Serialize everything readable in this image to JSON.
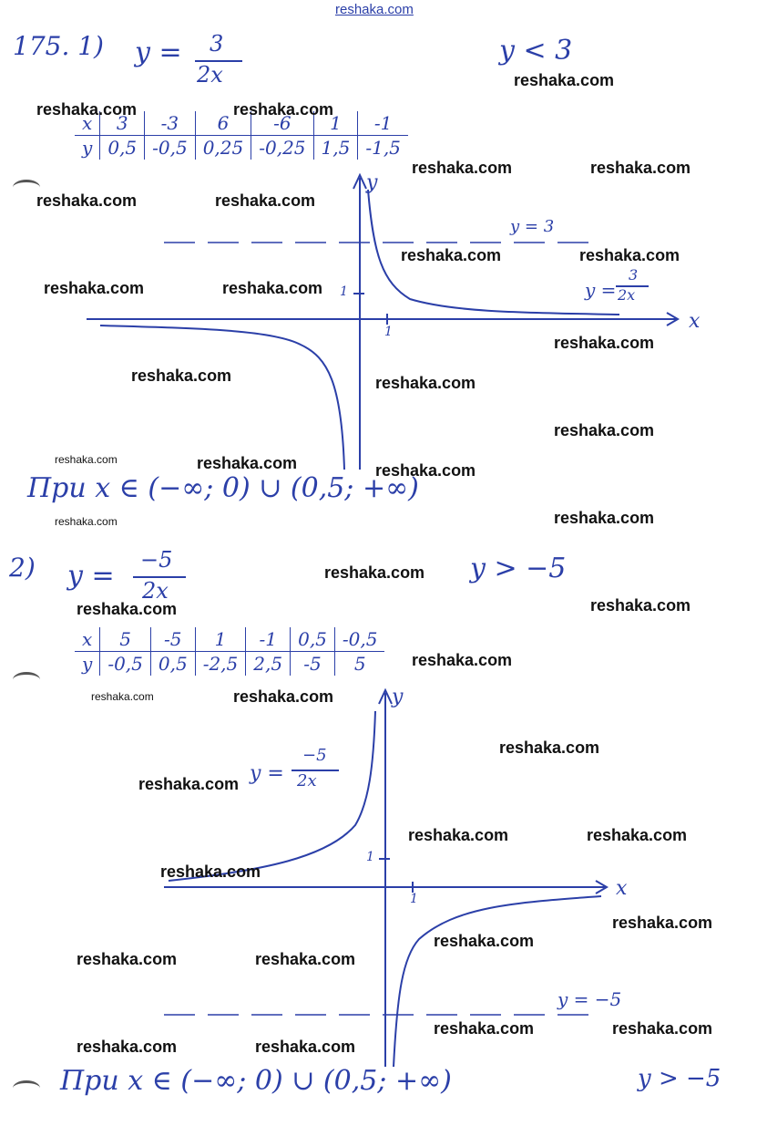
{
  "header_link": "reshaka.com",
  "watermark": "reshaka.com",
  "problem1": {
    "number": "175. 1)",
    "equation_lhs": "y =",
    "equation_num": "3",
    "equation_den": "2x",
    "condition": "y < 3",
    "table": {
      "x": [
        "x",
        "3",
        "-3",
        "6",
        "-6",
        "1",
        "-1"
      ],
      "y": [
        "y",
        "0,5",
        "-0,5",
        "0,25",
        "-0,25",
        "1,5",
        "-1,5"
      ]
    },
    "graph": {
      "axis_x": "x",
      "axis_y": "y",
      "tick_1": "1",
      "asymptote_label": "y = 3",
      "curve_label_lhs": "y =",
      "curve_label_num": "3",
      "curve_label_den": "2x"
    },
    "answer": "При   x ∈ (−∞; 0) ∪ (0,5; +∞)"
  },
  "problem2": {
    "number": "2)",
    "equation_lhs": "y =",
    "equation_num": "−5",
    "equation_den": "2x",
    "condition": "y > −5",
    "table": {
      "x": [
        "x",
        "5",
        "-5",
        "1",
        "-1",
        "0,5",
        "-0,5"
      ],
      "y": [
        "y",
        "-0,5",
        "0,5",
        "-2,5",
        "2,5",
        "-5",
        "5"
      ]
    },
    "graph": {
      "axis_x": "x",
      "axis_y": "y",
      "tick_1": "1",
      "asymptote_label": "y = −5",
      "curve_label_lhs": "y =",
      "curve_label_num": "−5",
      "curve_label_den": "2x"
    },
    "answer": "При   x ∈ (−∞; 0) ∪ (0,5; +∞)",
    "answer_condition": "y > −5"
  },
  "colors": {
    "ink": "#2b3fa8",
    "watermark": "#111111"
  }
}
